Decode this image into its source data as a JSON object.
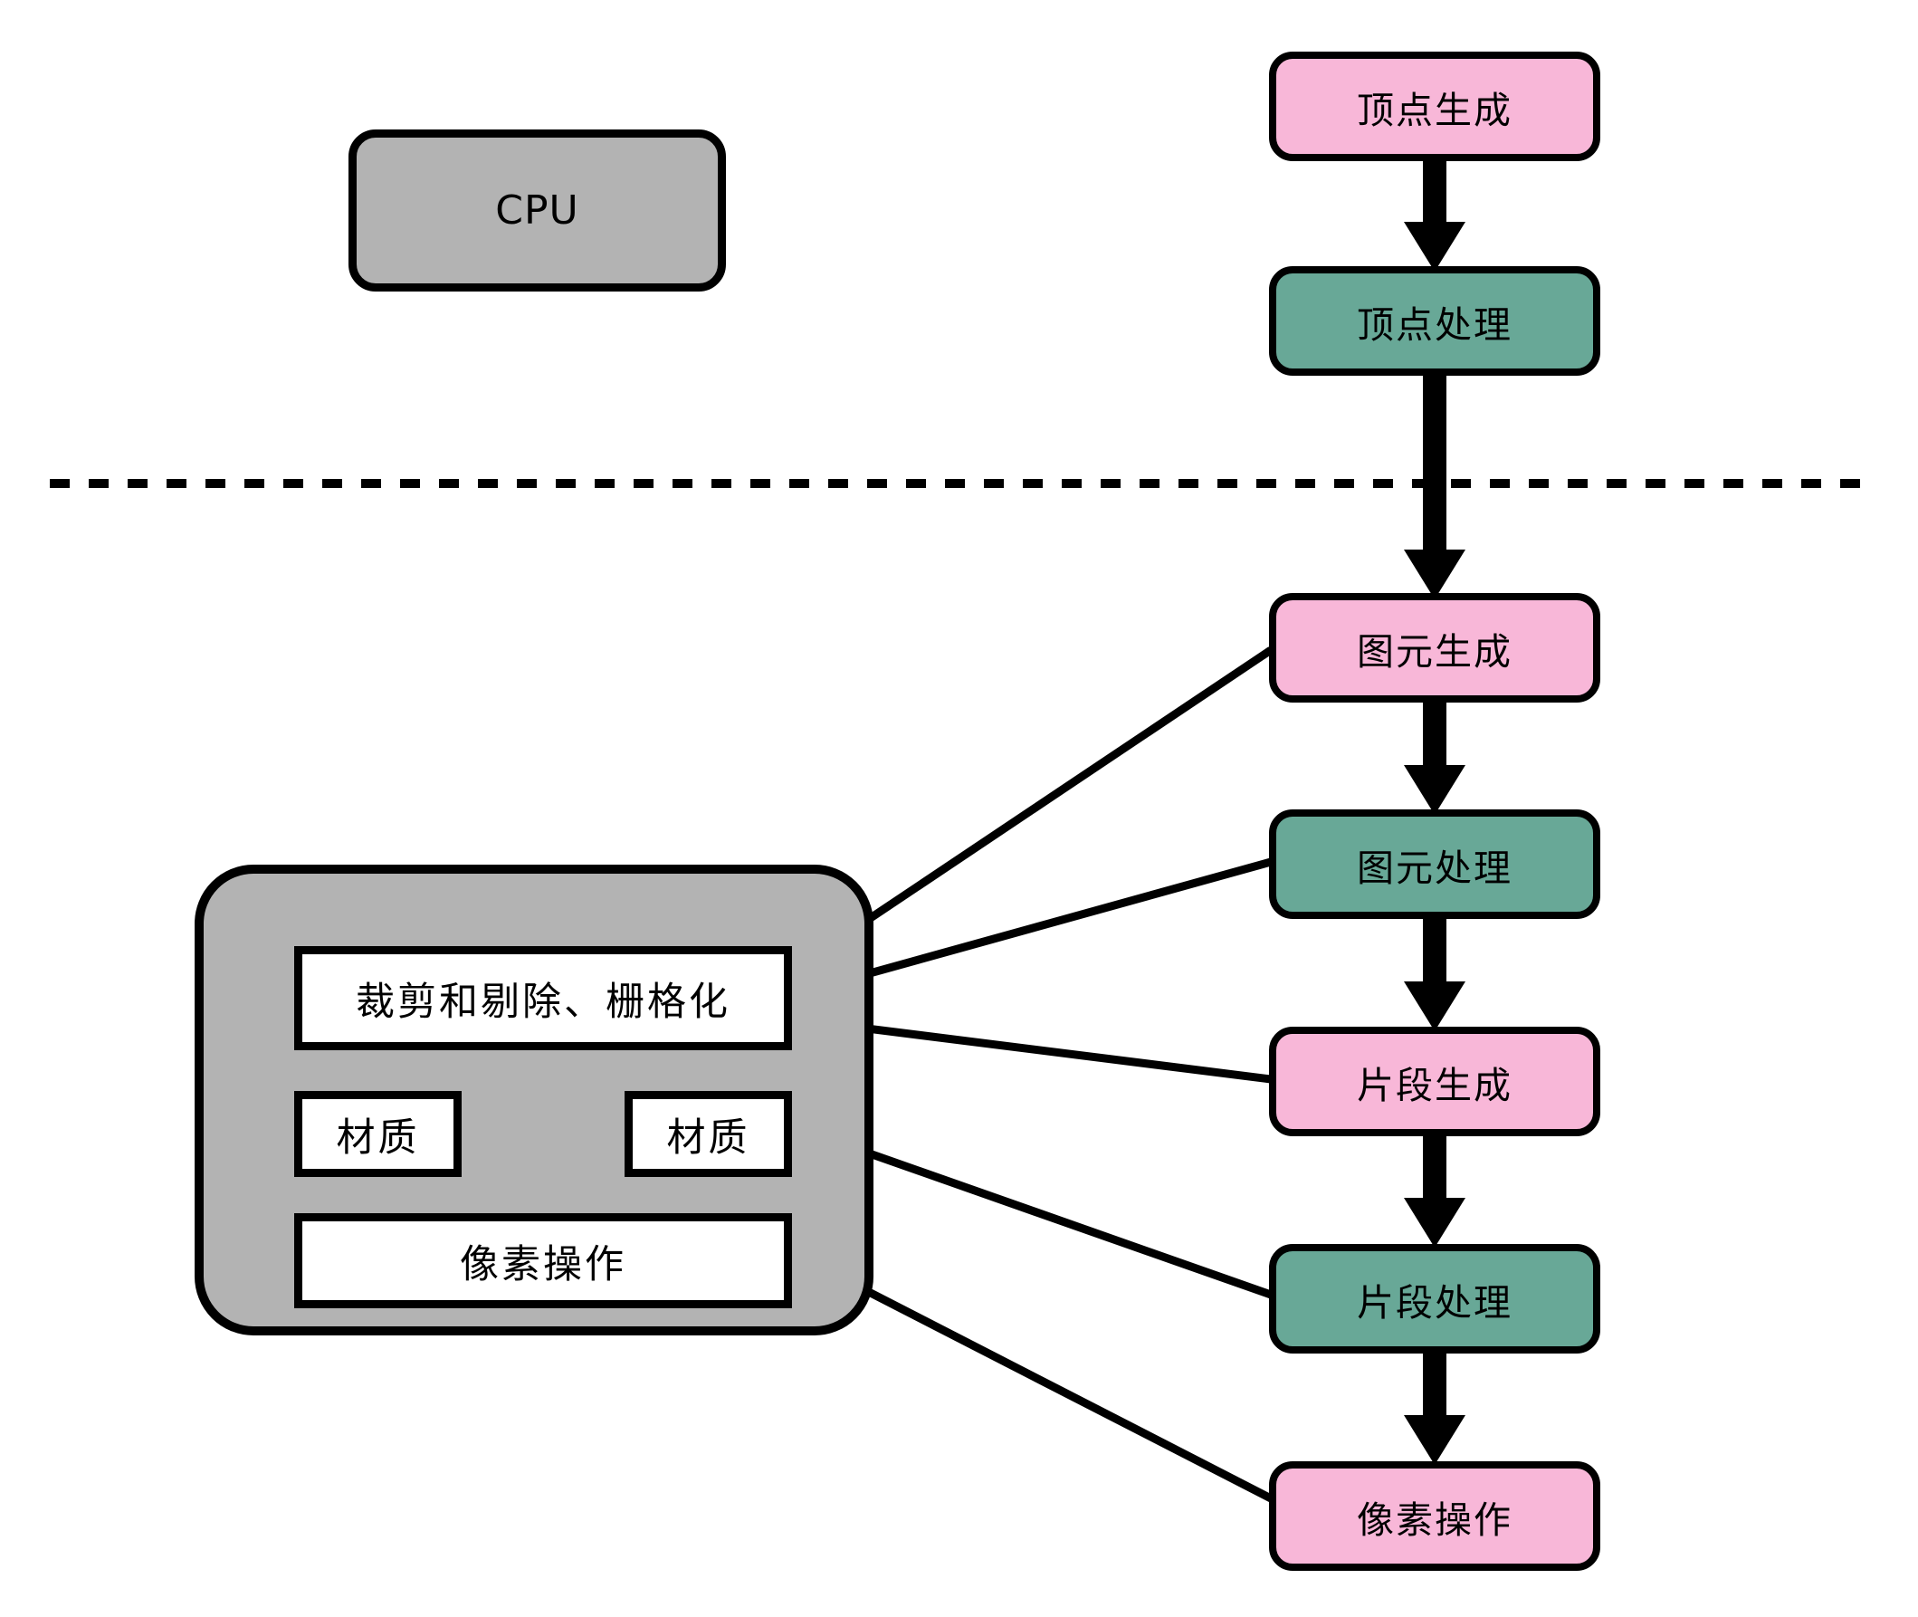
{
  "cpu": {
    "label": "CPU"
  },
  "pipeline": [
    {
      "id": "vertex-generation",
      "label": "顶点生成",
      "color": "#F8B7D8"
    },
    {
      "id": "vertex-processing",
      "label": "顶点处理",
      "color": "#68A897"
    },
    {
      "id": "primitive-generation",
      "label": "图元生成",
      "color": "#F8B7D8"
    },
    {
      "id": "primitive-processing",
      "label": "图元处理",
      "color": "#68A897"
    },
    {
      "id": "fragment-generation",
      "label": "片段生成",
      "color": "#F8B7D8"
    },
    {
      "id": "fragment-processing",
      "label": "片段处理",
      "color": "#68A897"
    },
    {
      "id": "pixel-operations",
      "label": "像素操作",
      "color": "#F8B7D8"
    }
  ],
  "hardware": {
    "units": [
      {
        "id": "clip-cull-rasterize",
        "label": "裁剪和剔除、栅格化"
      },
      {
        "id": "texture-left",
        "label": "材质"
      },
      {
        "id": "texture-right",
        "label": "材质"
      },
      {
        "id": "pixel-operations-unit",
        "label": "像素操作"
      }
    ]
  },
  "edges": {
    "flow": [
      {
        "from": "顶点生成",
        "to": "顶点处理"
      },
      {
        "from": "顶点处理",
        "to": "图元生成"
      },
      {
        "from": "图元生成",
        "to": "图元处理"
      },
      {
        "from": "图元处理",
        "to": "片段生成"
      },
      {
        "from": "片段生成",
        "to": "片段处理"
      },
      {
        "from": "片段处理",
        "to": "像素操作"
      }
    ],
    "mapping": [
      {
        "from": "图元生成",
        "to": "裁剪和剔除、栅格化"
      },
      {
        "from": "图元处理",
        "to": "裁剪和剔除、栅格化"
      },
      {
        "from": "片段生成",
        "to": "裁剪和剔除、栅格化"
      },
      {
        "from": "片段处理",
        "to": "材质"
      },
      {
        "from": "像素操作",
        "to": "像素操作"
      }
    ],
    "divider_style": "dashed"
  },
  "colors": {
    "stage_pink": "#F8B7D8",
    "stage_teal": "#68A897",
    "hardware_gray": "#B3B3B3",
    "box_white": "#FFFFFF",
    "line_black": "#000000",
    "background": "#FFFFFF"
  }
}
